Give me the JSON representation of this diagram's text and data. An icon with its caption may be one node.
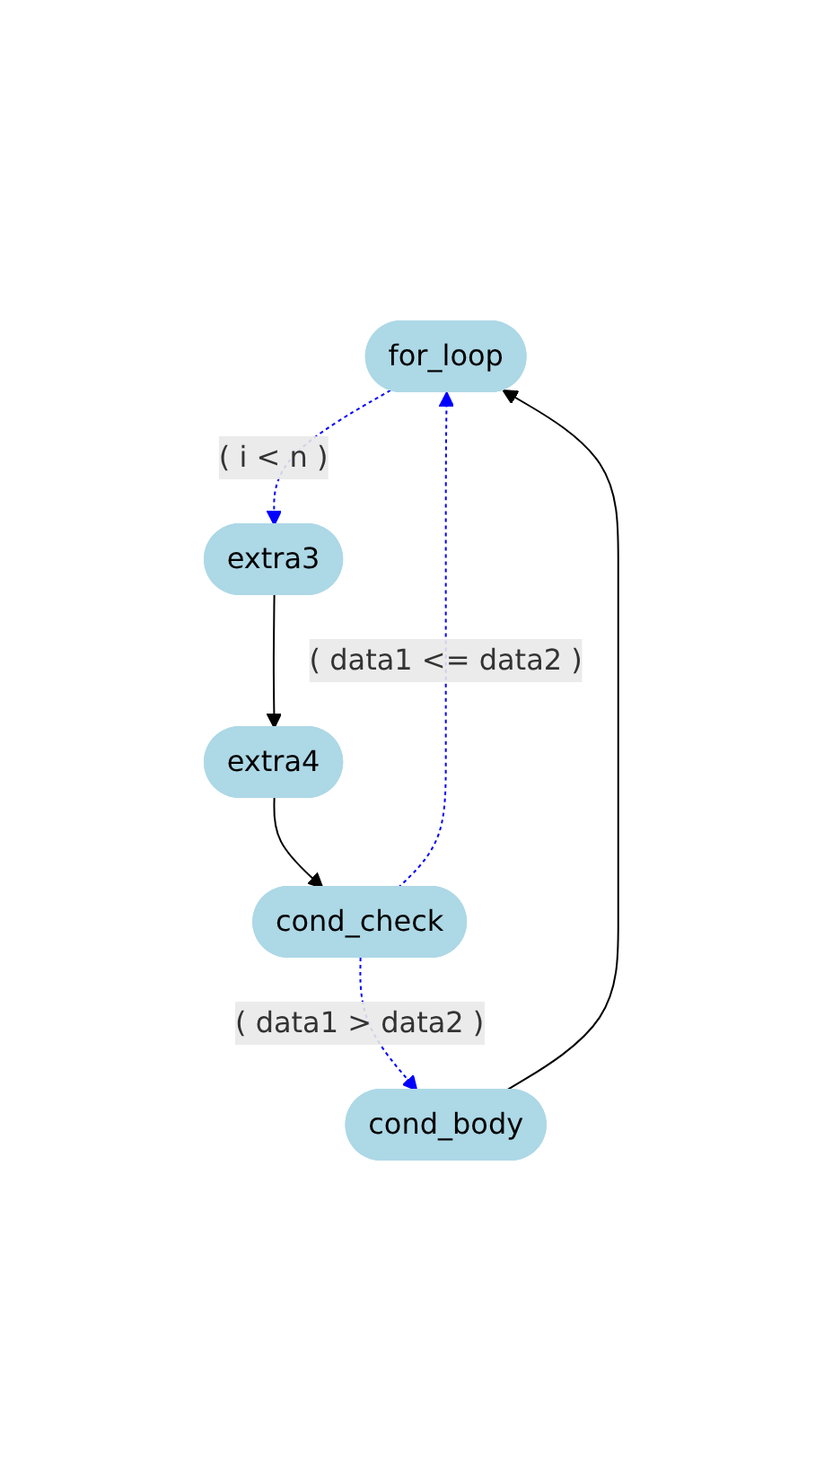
{
  "diagram": {
    "nodes": [
      {
        "text": [
          "for_loop"
        ]
      },
      {
        "text": [
          "extra3"
        ]
      },
      {
        "text": [
          "extra4"
        ]
      },
      {
        "text": [
          "cond_check"
        ]
      },
      {
        "text": [
          "cond_body"
        ]
      }
    ],
    "edges": [
      {
        "from": 0,
        "to": 1,
        "arrow": "to",
        "label": "( i < n )",
        "style": "dashed",
        "color": "#0000ff"
      },
      {
        "from": 1,
        "to": 2,
        "arrow": "to",
        "color": "#000000"
      },
      {
        "from": 2,
        "to": 3,
        "arrow": "to",
        "color": "#000000"
      },
      {
        "from": 3,
        "to": 0,
        "arrow": "to",
        "label": "( data1 <= data2 )",
        "style": "dashed",
        "color": "#0000ff"
      },
      {
        "from": 3,
        "to": 4,
        "arrow": "to",
        "label": "( data1 > data2 )",
        "style": "dashed",
        "color": "#0000ff"
      },
      {
        "from": 4,
        "to": 0,
        "arrow": "to",
        "color": "#000000"
      }
    ]
  }
}
